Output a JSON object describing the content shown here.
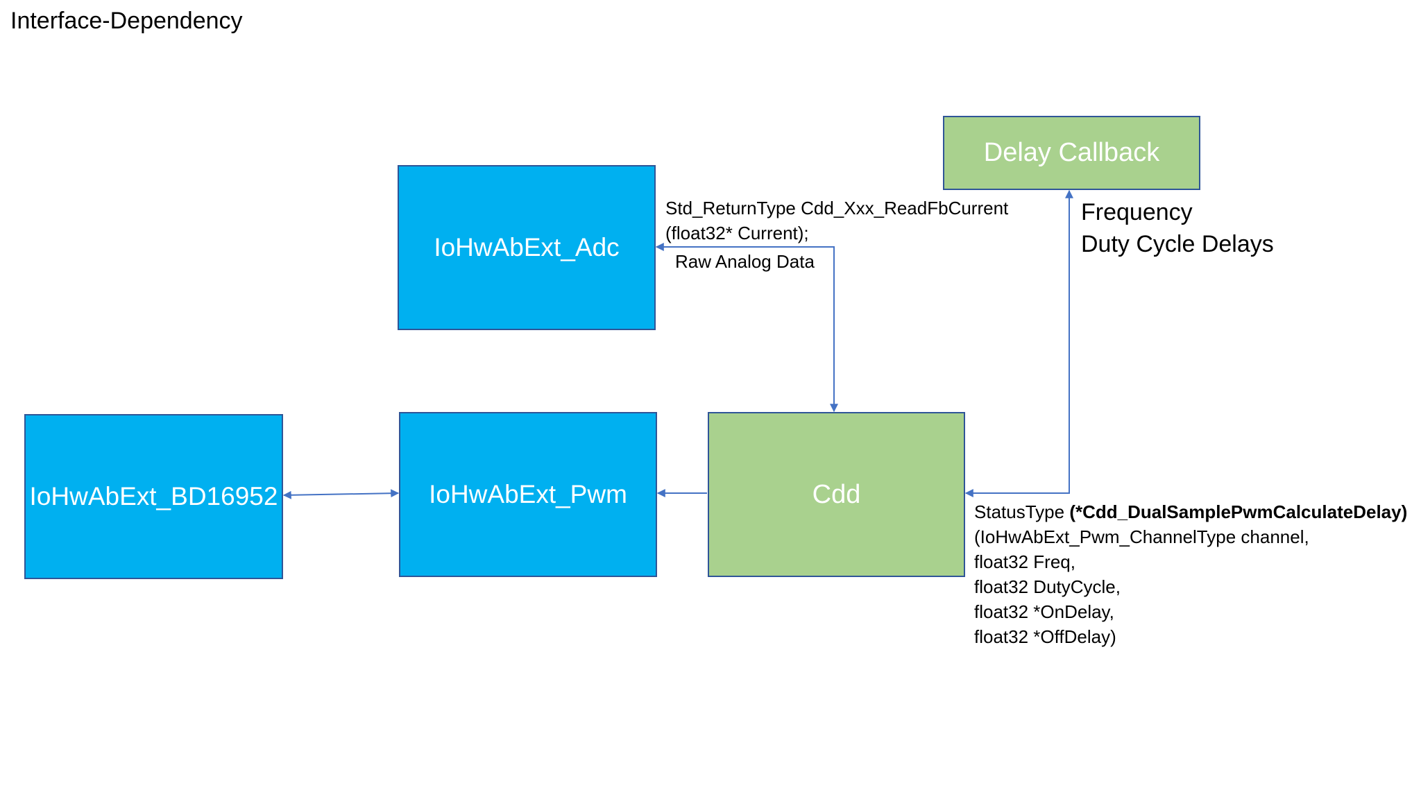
{
  "title": "Interface-Dependency",
  "colors": {
    "blue_fill": "#00b0f0",
    "green_fill": "#a9d18e",
    "border": "#2f5597",
    "connector": "#4472c4"
  },
  "boxes": {
    "adc": "IoHwAbExt_Adc",
    "pwm": "IoHwAbExt_Pwm",
    "bd": "IoHwAbExt_BD16952",
    "cdd": "Cdd",
    "delay": "Delay Callback"
  },
  "adc_link": {
    "line1": "Std_ReturnType Cdd_Xxx_ReadFbCurrent",
    "line2": "(float32* Current);",
    "line3": "Raw Analog Data"
  },
  "delay_link": {
    "line1": "Frequency",
    "line2": "Duty Cycle Delays"
  },
  "callback_signature": {
    "prefix": "StatusType ",
    "name": "(*Cdd_DualSamplePwmCalculateDelay)",
    "param1": "(IoHwAbExt_Pwm_ChannelType channel,",
    "param2": "float32 Freq,",
    "param3": "float32 DutyCycle,",
    "param4": "float32 *OnDelay,",
    "param5": "float32 *OffDelay)"
  }
}
